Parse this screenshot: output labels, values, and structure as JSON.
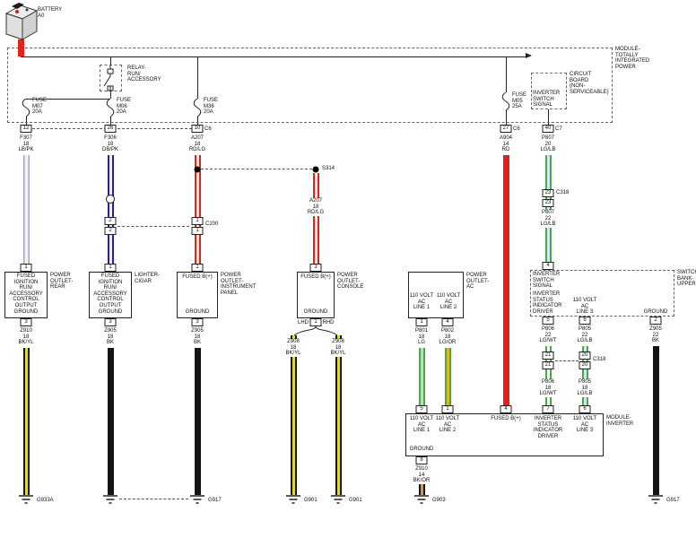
{
  "battery": {
    "label": "BATTERY\nA0"
  },
  "wire_colors": {
    "RD": "#e32119",
    "LG": "#4da84d",
    "BK": "#141414",
    "YL": "#ded63a",
    "OR": "#de9a2e",
    "DB": "#23239e",
    "LB": "#9fa8b8",
    "WT": "#ffffff"
  },
  "tipm": {
    "label": "MODULE-\nTOTALLY\nINTEGRATED\nPOWER",
    "relay": "RELAY-\nRUN/\nACCESSORY",
    "circuit_board": "CIRCUIT\nBOARD\n(NON-\nSERVICEABLE)",
    "inverter_switch_signal": "INVERTER\nSWITCH\nSIGNAL",
    "fuse_m07": "FUSE\nM07\n20A",
    "fuse_m06": "FUSE\nM06\n20A",
    "fuse_m36": "FUSE\nM36\n20A",
    "fuse_m05": "FUSE\nM05\n25A",
    "pin12": "12",
    "pin26": "26",
    "pin10": "10",
    "pin27": "27",
    "pin40": "40",
    "c6_left": "C6",
    "c6_right": "C6",
    "c7": "C7"
  },
  "wires": {
    "f307": "F307\n18\nLB/PK",
    "f306": "F306\n18\nDB/PK",
    "a207_upper": "A207\n18\nRD/LG",
    "a207_console": "A207\n18\nRD/LG",
    "a904": "A904\n14\nRD",
    "p807_upper": "P807\n20\nLG/LB",
    "p807_lower": "P807\n22\nLG/LB",
    "p801": "P801\n18\nLG",
    "p802": "P802\n18\nLG/OR",
    "p806_upper": "P806\n22\nLG/WT",
    "p805_upper": "P805\n22\nLG/LB",
    "p806_lower": "P806\n18\nLG/WT",
    "p805_lower": "P805\n18\nLG/LB",
    "z905_switch": "Z905\n22\nBK",
    "z910_rear": "Z910\n18\nBK/YL",
    "z905_cigar": "Z905\n18\nBK",
    "z905_ip": "Z905\n18\nBK",
    "z908_lhd": "Z908\n18\nBK/YL",
    "z908_rhd": "Z908\n18\nBK/YL",
    "z910_inverter": "Z910\n14\nBK/OR"
  },
  "connectors": {
    "s314": "S314",
    "c200": "C200",
    "c200_pin_2a": "2",
    "c200_pin_2b": "2",
    "c200_pin_1a": "1",
    "c200_pin_1b": "1",
    "c318_upper": "C318",
    "c318_p23a": "23",
    "c318_p23b": "23",
    "c318_lower": "C318",
    "c318_p21a": "21",
    "c318_p21b": "21",
    "c318_p20a": "20",
    "c318_p20b": "20"
  },
  "components": {
    "rear": {
      "pin_top": "1",
      "body": "FUSED\nIGNITION\nRUN/\nACCESSORY\nCONTROL\nOUTPUT",
      "ground": "GROUND",
      "pin_bot": "3",
      "ext": "POWER\nOUTLET-\nREAR"
    },
    "cigar": {
      "pin_top": "1",
      "body": "FUSED\nIGNITION\nRUN/\nACCESSORY\nCONTROL\nOUTPUT",
      "ground": "GROUND",
      "pin_bot": "3",
      "ext": "LIGHTER-\nCIGAR"
    },
    "ip": {
      "pin_top": "1",
      "body": "FUSED B(+)",
      "ground": "GROUND",
      "pin_bot": "3",
      "ext": "POWER\nOUTLET-\nINSTRUMENT\nPANEL"
    },
    "console": {
      "pin_top": "3",
      "body": "FUSED B(+)",
      "ground": "GROUND",
      "pin_bot": "1",
      "lhd": "LHD",
      "rhd": "RHD",
      "ext": "POWER\nOUTLET-\nCONSOLE"
    },
    "ac": {
      "line1": "110 VOLT\nAC\nLINE 1",
      "line2": "110 VOLT\nAC\nLINE 2",
      "pin_line1": "1",
      "pin_line2": "4",
      "ext": "POWER\nOUTLET-\nAC"
    },
    "switch_bank": {
      "pin_top": "4",
      "signal": "INVERTER\nSWITCH\nSIGNAL",
      "driver": "INVERTER\nSTATUS\nINDICATOR\nDRIVER",
      "line3": "110 VOLT\nAC\nLINE 3",
      "ground": "GROUND",
      "pin5": "5",
      "pin6": "6",
      "pin2": "2",
      "ext": "SWITCH-\nBANK-\nUPPER"
    },
    "inverter": {
      "pin5": "5",
      "pin1": "1",
      "pin4": "4",
      "pin7": "7",
      "pin6": "6",
      "line1": "110 VOLT\nAC\nLINE 1",
      "line2": "110 VOLT\nAC\nLINE 2",
      "fused_b": "FUSED B(+)",
      "driver": "INVERTER\nSTATUS\nINDICATOR\nDRIVER",
      "line3": "110 VOLT\nAC\nLINE 3",
      "ground": "GROUND",
      "pin8": "8",
      "ext": "MODULE-\nINVERTER"
    }
  },
  "grounds": {
    "g933a": "G933A",
    "g917_left": "G917",
    "g901_lhd": "G901",
    "g901_rhd": "G901",
    "g903": "G903",
    "g917_right": "G917"
  }
}
